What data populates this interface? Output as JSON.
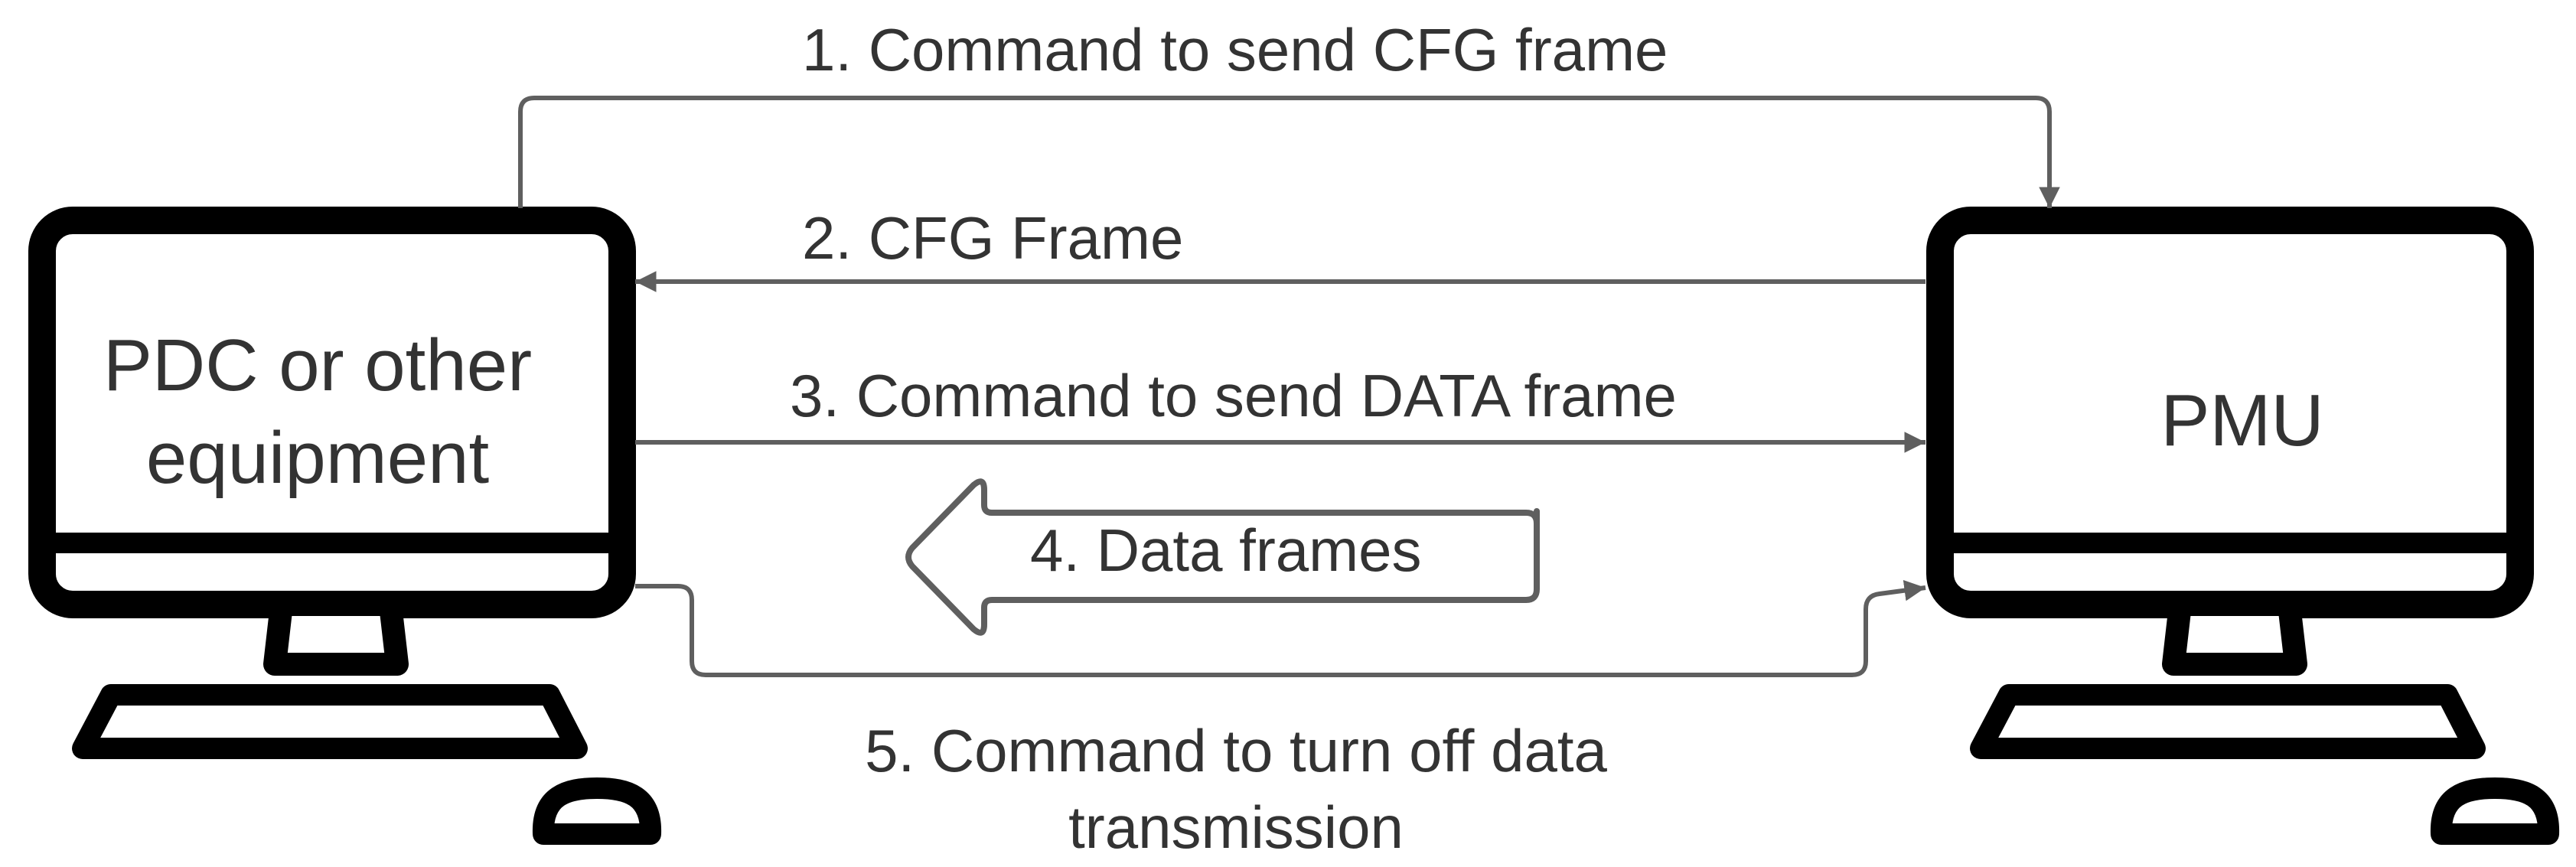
{
  "nodes": {
    "left": {
      "label_line1": "PDC or other",
      "label_line2": "equipment"
    },
    "right": {
      "label": "PMU"
    }
  },
  "messages": {
    "m1": "1. Command to send CFG frame",
    "m2": "2. CFG Frame",
    "m3": "3. Command to send DATA frame",
    "m4": "4. Data frames",
    "m5_line1": "5. Command to turn off data",
    "m5_line2": "transmission"
  },
  "colors": {
    "device": "#000000",
    "arrow": "#5f5f5f",
    "text": "#333333",
    "background": "#ffffff"
  },
  "icons": [
    "desktop-computer-icon",
    "desktop-computer-icon",
    "hollow-left-arrow-icon"
  ]
}
